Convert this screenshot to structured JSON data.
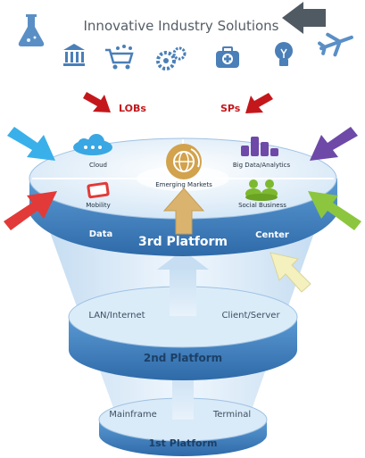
{
  "title": "Innovative Industry Solutions",
  "industry_icons": [
    {
      "icon": "flask-icon"
    },
    {
      "icon": "bank-icon"
    },
    {
      "icon": "shopping-cart-icon"
    },
    {
      "icon": "gears-icon"
    },
    {
      "icon": "medical-kit-icon"
    },
    {
      "icon": "lightbulb-icon"
    },
    {
      "icon": "airplane-icon"
    }
  ],
  "labels": {
    "lobs": "LOBs",
    "sps": "SPs"
  },
  "platform3": {
    "name": "3rd Platform",
    "ring_left": "Data",
    "ring_right": "Center",
    "pillars": [
      {
        "label": "Cloud",
        "icon": "cloud-chat-icon",
        "arrow_color": "#39b0ea"
      },
      {
        "label": "Emerging Markets",
        "icon": "globe-icon",
        "arrow_color": "#d9b06c"
      },
      {
        "label": "Big Data/Analytics",
        "icon": "bar-chart-icon",
        "arrow_color": "#6e49a8"
      },
      {
        "label": "Mobility",
        "icon": "mobile-phone-icon",
        "arrow_color": "#e23a38"
      },
      {
        "label": "Social Business",
        "icon": "people-icon",
        "arrow_color": "#8cc63f"
      }
    ],
    "center_arrow_color": "#f4f1bf"
  },
  "platform2": {
    "name": "2nd Platform",
    "left": "LAN/Internet",
    "right": "Client/Server"
  },
  "platform1": {
    "name": "1st Platform",
    "left": "Mainframe",
    "right": "Terminal"
  },
  "colors": {
    "band": "#3f7fbd",
    "top_disc": "#e6f1fb",
    "funnel_light": "#d6e8f7",
    "lobs_arrow": "#c4171c",
    "title_arrow": "#505a63",
    "icon_blue": "#4a7fb8"
  }
}
